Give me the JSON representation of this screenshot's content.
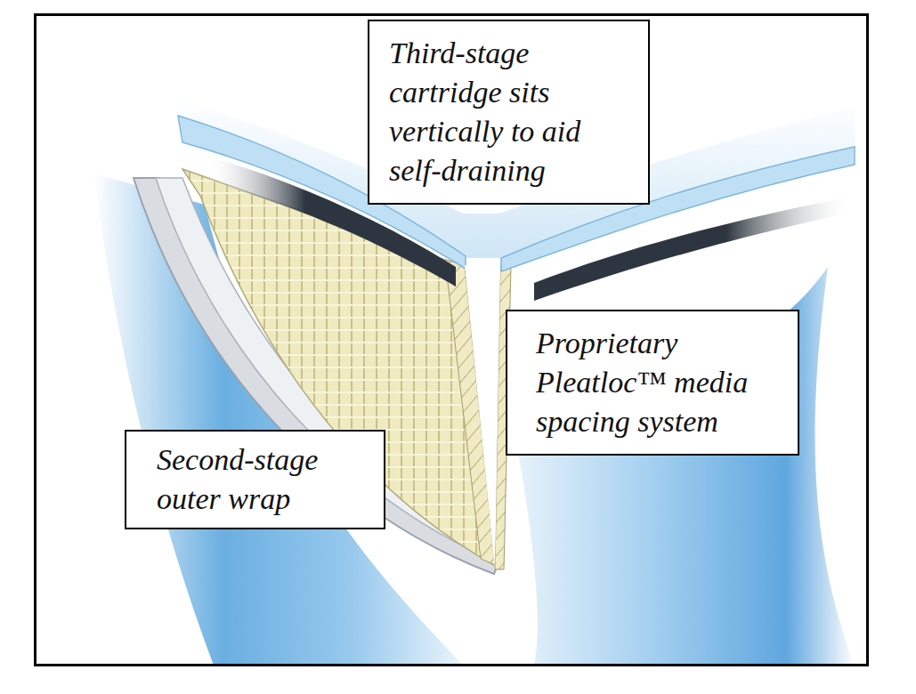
{
  "diagram": {
    "nodes": [
      {
        "text": [
          "Third-stage cartridge sits vertically to aid self-draining"
        ]
      },
      {
        "text": [
          "Proprietary Pleatloc™ media spacing system"
        ]
      },
      {
        "text": [
          "Second-stage outer wrap"
        ]
      }
    ]
  }
}
